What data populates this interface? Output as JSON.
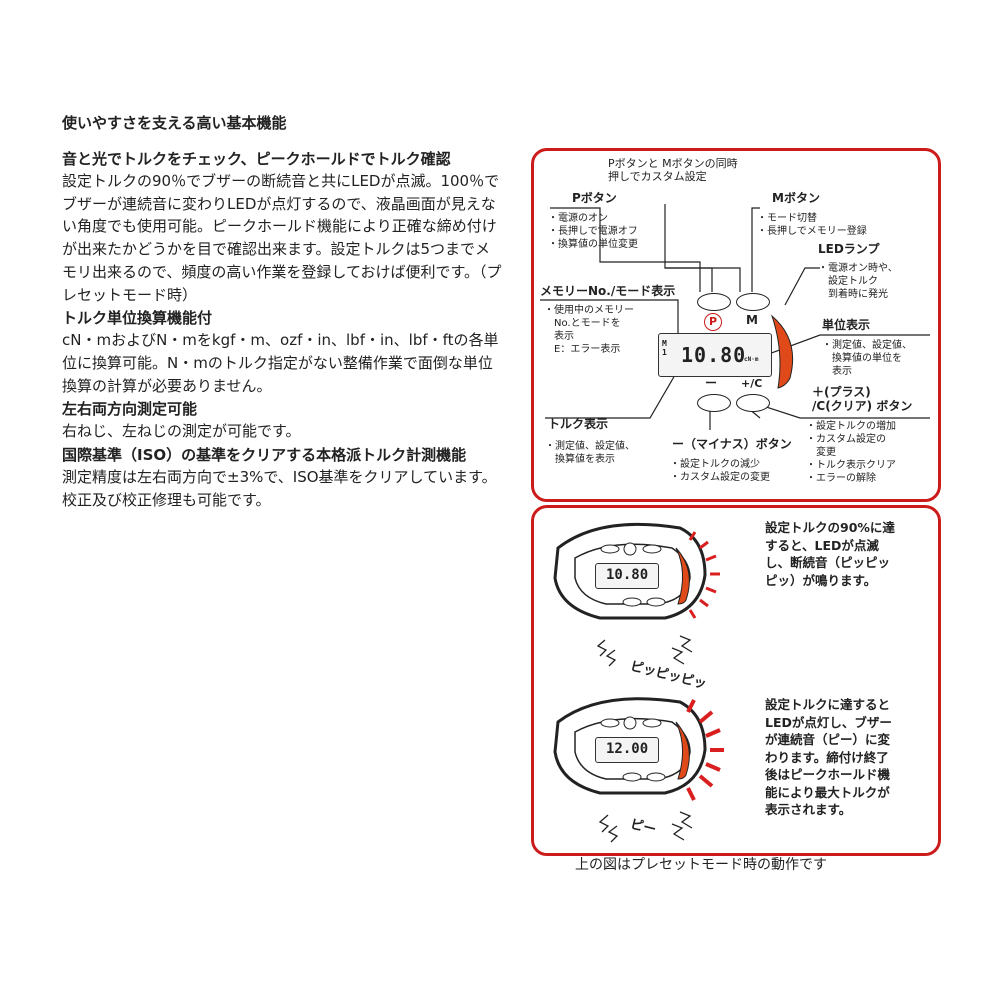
{
  "left": {
    "heading": "使いやすさを支える高い基本機能",
    "sections": [
      {
        "title": "音と光でトルクをチェック、ピークホールドでトルク確認",
        "body": "設定トルクの90％でブザーの断続音と共にLEDが点滅。100％でブザーが連続音に変わりLEDが点灯するので、液晶画面が見えない角度でも使用可能。ピークホールド機能により正確な締め付けが出来たかどうかを目で確認出来ます。設定トルクは5つまでメモリ出来るので、頻度の高い作業を登録しておけば便利です。（プレセットモード時）"
      },
      {
        "title": "トルク単位換算機能付",
        "body": "cN・mおよびN・mをkgf・m、ozf・in、lbf・in、lbf・ftの各単位に換算可能。N・mのトルク指定がない整備作業で面倒な単位換算の計算が必要ありません。"
      },
      {
        "title": "左右両方向測定可能",
        "body": "右ねじ、左ねじの測定が可能です。"
      },
      {
        "title": "国際基準（ISO）の基準をクリアする本格派トルク計測機能",
        "body": "測定精度は左右両方向で±3%で、ISO基準をクリアしています。校正及び校正修理も可能です。"
      }
    ]
  },
  "diagram": {
    "pm_note": "Pボタンと Mボタンの同時\n押しでカスタム設定",
    "p_button_title": "Pボタン",
    "p_button_desc": "・電源のオン\n・長押しで電源オフ\n・換算値の単位変更",
    "m_button_title": "Mボタン",
    "m_button_desc": "・モード切替\n・長押しでメモリー登録",
    "led_title": "LEDランプ",
    "led_desc": "・電源オン時や、\n　設定トルク\n　到着時に発光",
    "memory_title": "メモリーNo./モード表示",
    "memory_desc": "・使用中のメモリー\n　No.とモードを\n　表示\n　E：エラー表示",
    "unit_title": "単位表示",
    "unit_desc": "・測定値、設定値、\n　換算値の単位を\n　表示",
    "plus_title": "＋(プラス)\n/C(クリア) ボタン",
    "plus_desc": "・設定トルクの増加\n・カスタム設定の\n　変更\n・トルク表示クリア\n・エラーの解除",
    "torque_title": "トルク表示",
    "torque_desc": "・測定値、設定値、\n　換算値を表示",
    "minus_title": "ー（マイナス）ボタン",
    "minus_desc": "・設定トルクの減少\n・カスタム設定の変更",
    "lcd_value": "10.80",
    "lcd_mode": "M\n1",
    "lcd_unit": "cN·m",
    "btn_p": "P",
    "btn_m": "M",
    "btn_minus": "ー",
    "btn_plus": "+/C"
  },
  "operation": {
    "step1_text": "設定トルクの90%に達\nすると、LEDが点滅\nし、断続音（ピッピッ\nピッ）が鳴ります。",
    "step1_sound": "ピッピッピッ",
    "step1_lcd": "10.80",
    "step2_text": "設定トルクに達すると\nLEDが点灯し、ブザー\nが連続音（ピー）に変\nわります。締付け終了\n後はピークホールド機\n能により最大トルクが\n表示されます。",
    "step2_sound": "ピー",
    "step2_lcd": "12.00",
    "caption": "上の図はプレセットモード時の動作です"
  },
  "colors": {
    "accent": "#cc1b1b",
    "led": "#e8501e"
  }
}
